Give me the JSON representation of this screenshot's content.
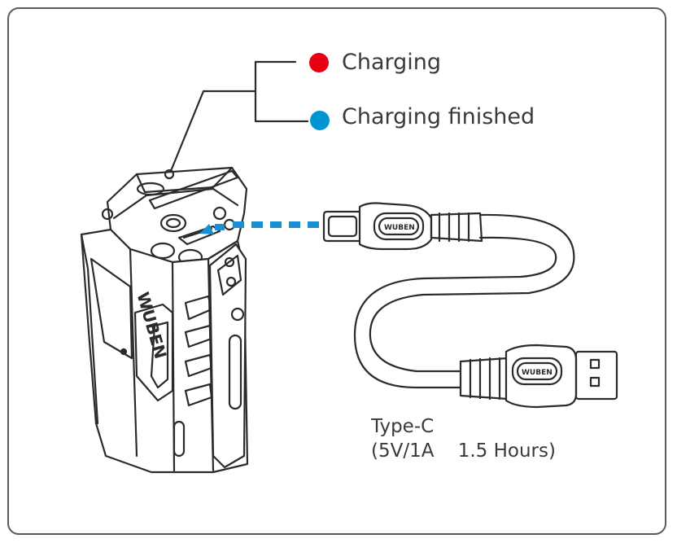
{
  "legend": {
    "charging": {
      "label": "Charging",
      "color": "#e60012"
    },
    "finished": {
      "label": "Charging finished",
      "color": "#0096d6"
    }
  },
  "cable": {
    "type_label": "Type-C",
    "spec_label": "(5V/1A    1.5 Hours)",
    "brand": "WUBEN"
  },
  "device": {
    "brand": "WUBEN"
  },
  "colors": {
    "line": "#2b2b2b",
    "arrow": "#1b8fd2"
  }
}
